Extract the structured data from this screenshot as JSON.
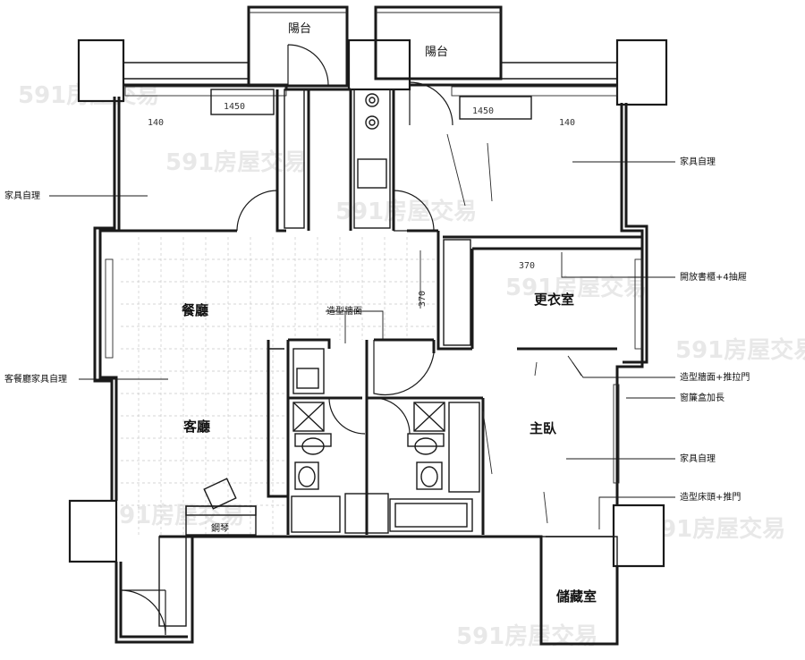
{
  "rooms": {
    "balcony_left": "陽台",
    "balcony_right": "陽台",
    "dining": "餐廳",
    "living": "客廳",
    "walk_in_closet": "更衣室",
    "master_bedroom": "主臥",
    "storage": "儲藏室",
    "piano": "鋼琴"
  },
  "notes": {
    "furniture_left": "家具自理",
    "furniture_right_top": "家具自理",
    "bookshelf": "開放書櫃+4抽屜",
    "feature_wall": "造型牆面",
    "living_furniture": "客餐廳家具自理",
    "feature_wall_sliding": "造型牆面+推拉門",
    "curtain_box": "窗簾盒加長",
    "furniture_master": "家具自理",
    "headboard": "造型床頭+推門"
  },
  "dimensions": {
    "d1": "1450",
    "d2": "1450",
    "d3": "140",
    "d4": "140",
    "d5": "370",
    "d6": "370"
  },
  "watermark": "591房屋交易"
}
